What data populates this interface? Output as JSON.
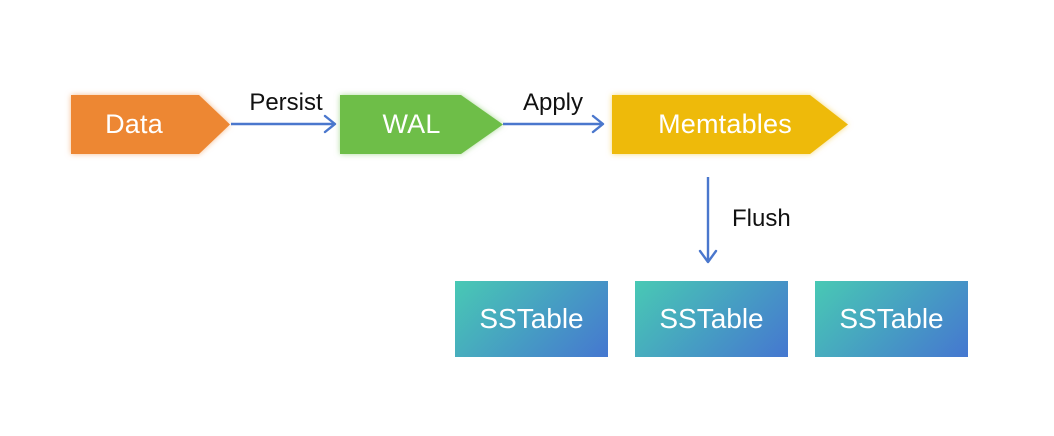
{
  "diagram": {
    "nodes": {
      "data": {
        "label": "Data"
      },
      "wal": {
        "label": "WAL"
      },
      "memtables": {
        "label": "Memtables"
      },
      "sstable_1": {
        "label": "SSTable"
      },
      "sstable_2": {
        "label": "SSTable"
      },
      "sstable_3": {
        "label": "SSTable"
      }
    },
    "edges": {
      "persist": {
        "label": "Persist",
        "from": "data",
        "to": "wal"
      },
      "apply": {
        "label": "Apply",
        "from": "wal",
        "to": "memtables"
      },
      "flush": {
        "label": "Flush",
        "from": "memtables",
        "to": "sstable_2"
      }
    }
  },
  "colors": {
    "canvas-bg": "#ffffff",
    "node-data-fill": "#ED8733",
    "node-wal-fill": "#6EBE48",
    "node-memtables-fill": "#EEBA0A",
    "sstable-grad-start": "#48C9B4",
    "sstable-grad-end": "#4577D0",
    "arrow-stroke": "#4A77CD",
    "edge-label-color": "#111111",
    "node-text-color": "#ffffff"
  }
}
